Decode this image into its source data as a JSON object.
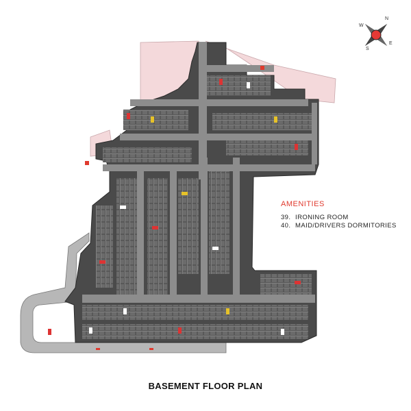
{
  "compass": {
    "letters": {
      "n": "N",
      "e": "E",
      "s": "S",
      "w": "W"
    },
    "needle_color": "#e53935"
  },
  "amenities": {
    "title": "AMENITIES",
    "items": [
      {
        "num": "39.",
        "label": "IRONING ROOM"
      },
      {
        "num": "40.",
        "label": "MAID/DRIVERS DORMITORIES"
      }
    ]
  },
  "plan": {
    "title": "BASEMENT FLOOR PLAN",
    "colors": {
      "slab": "#4a4a4a",
      "driveway": "#8d8d8d",
      "ramp": "#b7b7b7",
      "landscape": "#f4d9db",
      "accent": "#e03a2e"
    }
  }
}
